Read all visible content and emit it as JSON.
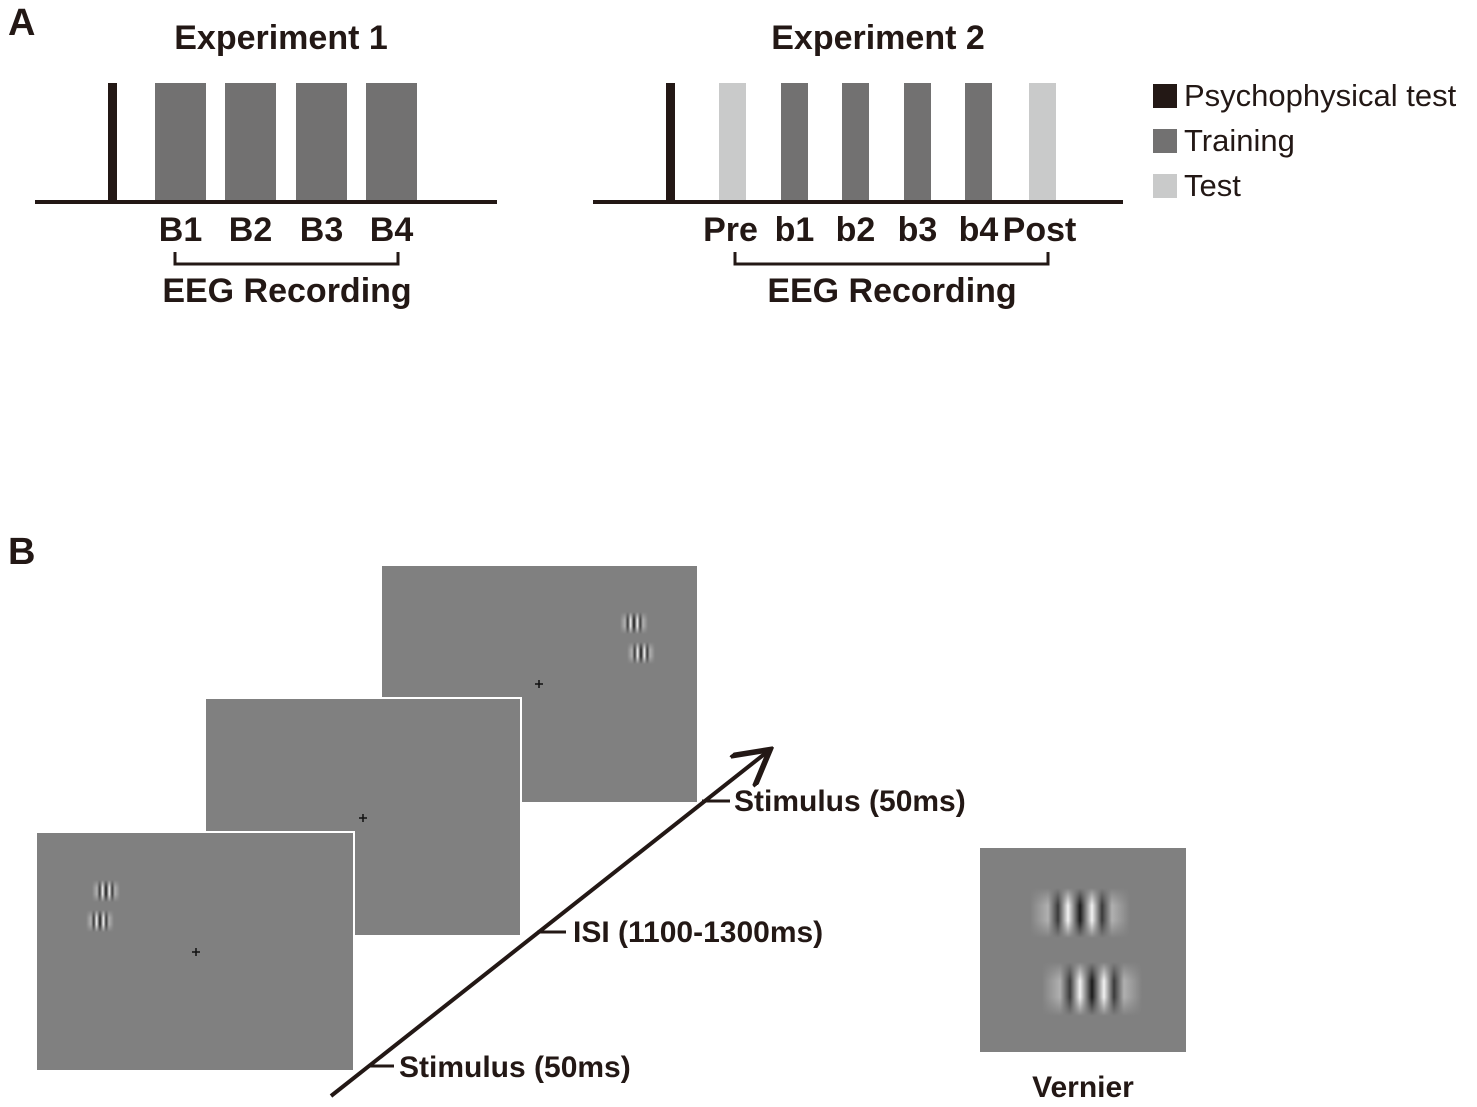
{
  "colors": {
    "psychophysical": "#231815",
    "training": "#727171",
    "test": "#c9caca",
    "screen": "#808080",
    "ink": "#231815"
  },
  "panel_a": {
    "label": "A",
    "experiment1": {
      "title": "Experiment 1",
      "blocks": [
        {
          "kind": "psychophysical",
          "label": ""
        },
        {
          "kind": "training",
          "label": "B1"
        },
        {
          "kind": "training",
          "label": "B2"
        },
        {
          "kind": "training",
          "label": "B3"
        },
        {
          "kind": "training",
          "label": "B4"
        }
      ],
      "eeg_label": "EEG Recording"
    },
    "experiment2": {
      "title": "Experiment 2",
      "blocks": [
        {
          "kind": "psychophysical",
          "label": ""
        },
        {
          "kind": "test",
          "label": "Pre"
        },
        {
          "kind": "training",
          "label": "b1"
        },
        {
          "kind": "training",
          "label": "b2"
        },
        {
          "kind": "training",
          "label": "b3"
        },
        {
          "kind": "training",
          "label": "b4"
        },
        {
          "kind": "test",
          "label": "Post"
        }
      ],
      "eeg_label": "EEG Recording"
    },
    "legend": [
      {
        "kind": "psychophysical",
        "label": "Psychophysical test"
      },
      {
        "kind": "training",
        "label": "Training"
      },
      {
        "kind": "test",
        "label": "Test"
      }
    ]
  },
  "panel_b": {
    "label": "B",
    "timeline": [
      {
        "label": "Stimulus (50ms)"
      },
      {
        "label": "ISI (1100-1300ms)"
      },
      {
        "label": "Stimulus (50ms)"
      }
    ],
    "vernier_label": "Vernier"
  }
}
